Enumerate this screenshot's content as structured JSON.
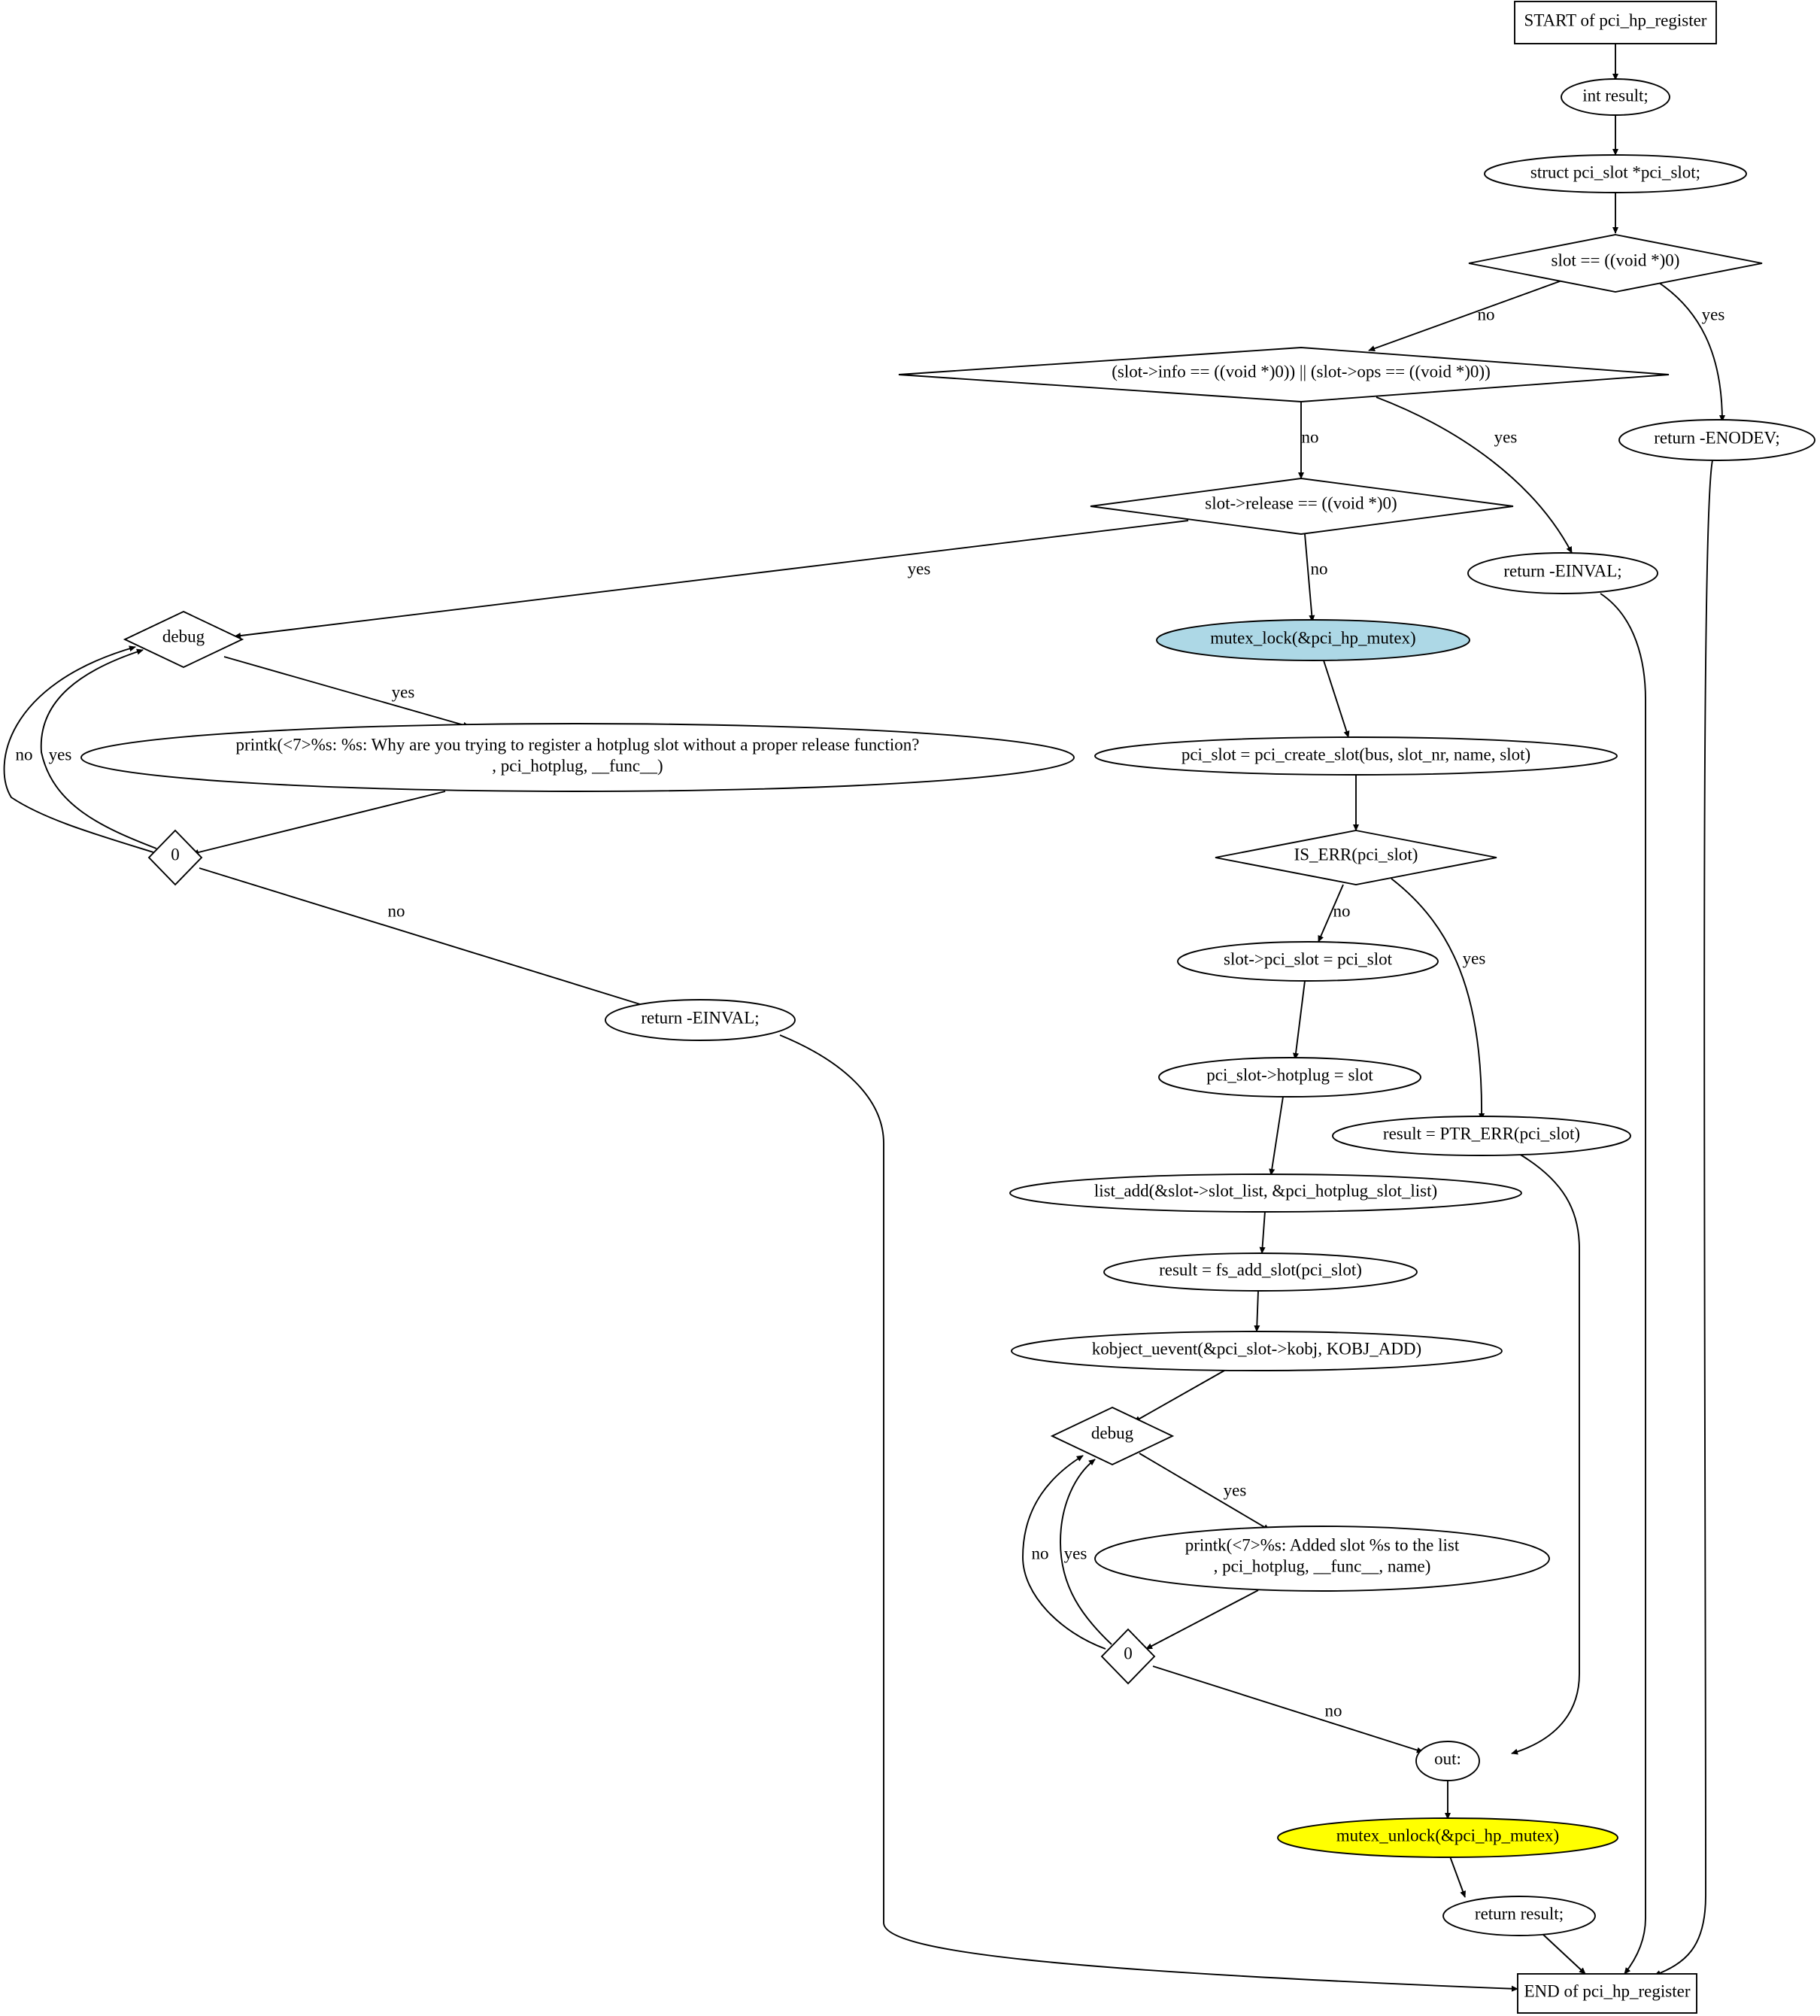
{
  "flowchart": {
    "nodes": {
      "start": "START of pci_hp_register",
      "int_result": "int result;",
      "struct_decl": "struct pci_slot *pci_slot;",
      "slot_null": "slot == ((void *)0)",
      "info_ops_null": "(slot->info == ((void *)0)) || (slot->ops == ((void *)0))",
      "return_enodev": "return -ENODEV;",
      "release_null": "slot->release == ((void *)0)",
      "return_einval_1": "return -EINVAL;",
      "debug_1": "debug",
      "mutex_lock": "mutex_lock(&pci_hp_mutex)",
      "printk_1_line1": "printk(<7>%s: %s: Why are you trying to register a hotplug slot without a proper release function?",
      "printk_1_line2": ", pci_hotplug, __func__)",
      "create_slot": "pci_slot = pci_create_slot(bus, slot_nr, name, slot)",
      "zero_1": "0",
      "is_err": "IS_ERR(pci_slot)",
      "assign_pci_slot": "slot->pci_slot = pci_slot",
      "return_einval_2": "return -EINVAL;",
      "set_hotplug": "pci_slot->hotplug = slot",
      "ptr_err": "result = PTR_ERR(pci_slot)",
      "list_add": "list_add(&slot->slot_list, &pci_hotplug_slot_list)",
      "fs_add_slot": "result = fs_add_slot(pci_slot)",
      "kobject_uevent": "kobject_uevent(&pci_slot->kobj, KOBJ_ADD)",
      "debug_2": "debug",
      "printk_2_line1": "printk(<7>%s: Added slot %s to the list",
      "printk_2_line2": ", pci_hotplug, __func__, name)",
      "zero_2": "0",
      "out": "out:",
      "mutex_unlock": "mutex_unlock(&pci_hp_mutex)",
      "return_result": "return result;",
      "end": "END of pci_hp_register"
    },
    "labels": {
      "yes": "yes",
      "no": "no"
    },
    "colors": {
      "mutex_lock_fill": "#add8e6",
      "mutex_unlock_fill": "#ffff00"
    }
  }
}
